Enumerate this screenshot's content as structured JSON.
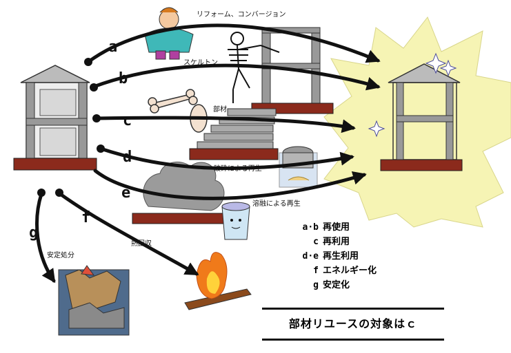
{
  "paths": {
    "a": "a",
    "b": "b",
    "c": "c",
    "d": "d",
    "e": "e",
    "f": "f",
    "g": "g"
  },
  "captions": {
    "reform": "リフォーム、コンバージョン",
    "skeleton": "スケルトン",
    "member": "部材",
    "crush": "破砕による再生",
    "melt": "溶融による再生",
    "heat": "熱回収",
    "stable": "安定処分"
  },
  "legend": [
    {
      "key": "a·b",
      "text": "再使用"
    },
    {
      "key": "c",
      "text": "再利用"
    },
    {
      "key": "d·e",
      "text": "再生利用"
    },
    {
      "key": "f",
      "text": "エネルギー化"
    },
    {
      "key": "g",
      "text": "安定化"
    }
  ],
  "summary": "部材リユースの対象はｃ",
  "colors": {
    "concrete": "#9a9a9a",
    "base": "#8b2a1c",
    "starburst": "#f6f4b4",
    "ink": "#111111"
  }
}
